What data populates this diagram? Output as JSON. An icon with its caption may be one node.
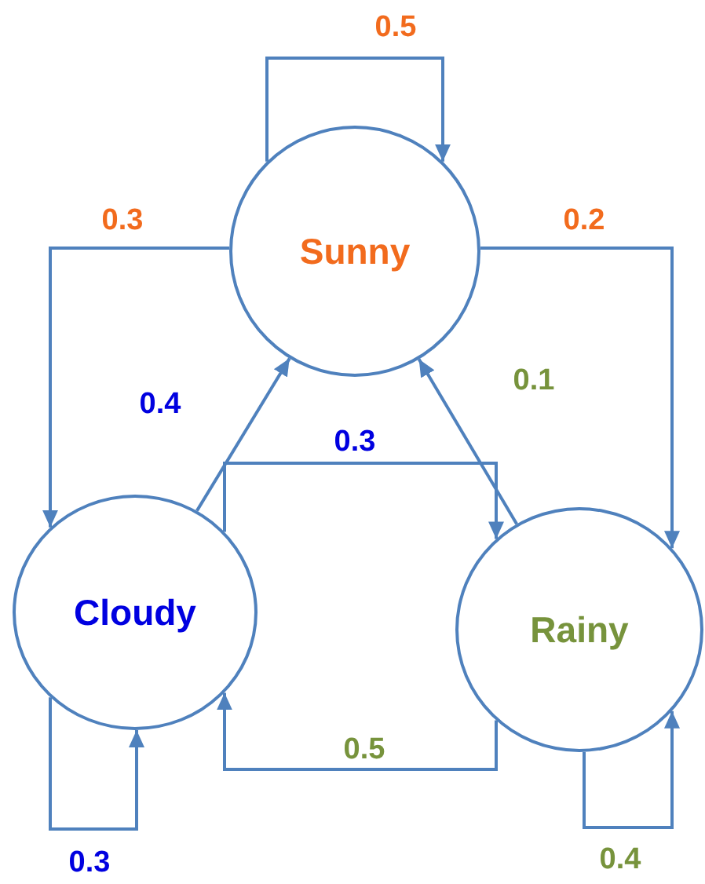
{
  "diagram": {
    "nodes": [
      {
        "text": [
          "Sunny"
        ]
      },
      {
        "text": [
          "Cloudy"
        ]
      },
      {
        "text": [
          "Rainy"
        ]
      }
    ],
    "edges": [
      {
        "from": 0,
        "to": 0,
        "arrow": "to",
        "label": "0.5"
      },
      {
        "from": 0,
        "to": 1,
        "arrow": "to",
        "label": "0.3"
      },
      {
        "from": 0,
        "to": 2,
        "arrow": "to",
        "label": "0.2"
      },
      {
        "from": 1,
        "to": 0,
        "arrow": "to",
        "label": "0.4"
      },
      {
        "from": 2,
        "to": 0,
        "arrow": "to",
        "label": "0.1"
      },
      {
        "from": 1,
        "to": 2,
        "arrow": "to",
        "label": "0.3"
      },
      {
        "from": 2,
        "to": 1,
        "arrow": "to",
        "label": "0.5"
      },
      {
        "from": 1,
        "to": 1,
        "arrow": "to",
        "label": "0.3"
      },
      {
        "from": 2,
        "to": 2,
        "arrow": "to",
        "label": "0.4"
      }
    ]
  }
}
